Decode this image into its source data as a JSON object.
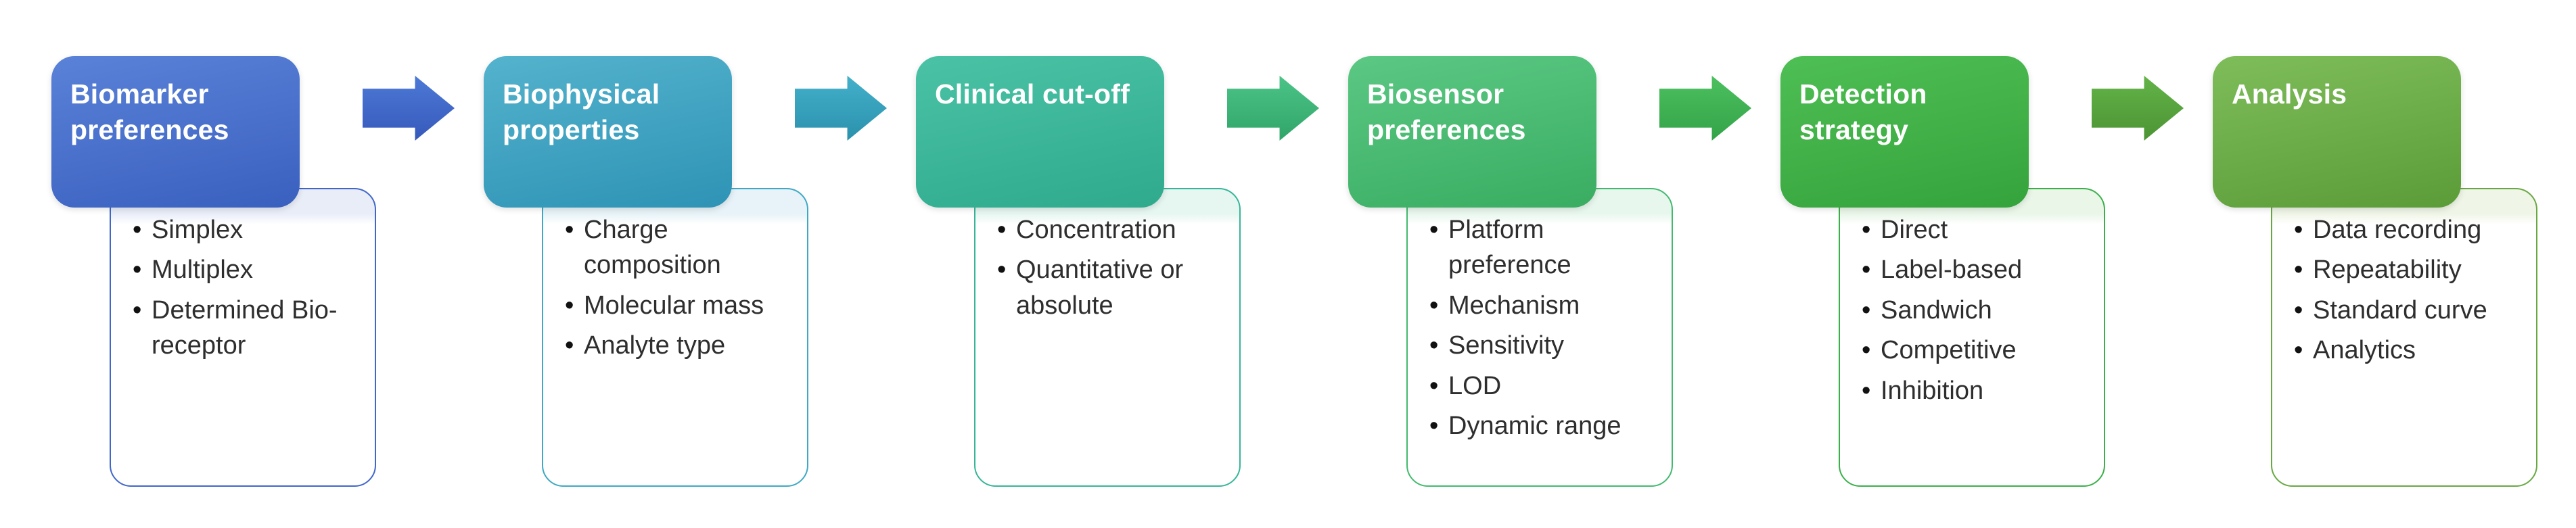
{
  "diagram": {
    "kind": "process-flow",
    "bullet_glyph": "•",
    "arrow_glyph": "block-right-arrow",
    "steps": [
      {
        "title": "Biomarker preferences",
        "items": [
          "Simplex",
          "Multiplex",
          "Determined Bio-receptor"
        ],
        "colors": {
          "gradient_top": "#5a82d8",
          "gradient_bottom": "#3a60bf",
          "border": "#4066c9",
          "tint": "#e9edf8"
        }
      },
      {
        "title": "Biophysical properties",
        "items": [
          "Charge composition",
          "Molecular mass",
          "Analyte type"
        ],
        "colors": {
          "gradient_top": "#54b3cd",
          "gradient_bottom": "#2e93b5",
          "border": "#3fa8c4",
          "tint": "#e7f3f8"
        }
      },
      {
        "title": "Clinical cut-off",
        "items": [
          "Concentration",
          "Quantitative or absolute"
        ],
        "colors": {
          "gradient_top": "#4ac2a5",
          "gradient_bottom": "#2faa8d",
          "border": "#36b599",
          "tint": "#e6f6f1"
        }
      },
      {
        "title": "Biosensor preferences",
        "items": [
          "Platform preference",
          "Mechanism",
          "Sensitivity",
          "LOD",
          "Dynamic range"
        ],
        "colors": {
          "gradient_top": "#5bc883",
          "gradient_bottom": "#3aad62",
          "border": "#42ba6e",
          "tint": "#e8f7ee"
        }
      },
      {
        "title": "Detection strategy",
        "items": [
          "Direct",
          "Label-based",
          "Sandwich",
          "Competitive",
          "Inhibition"
        ],
        "colors": {
          "gradient_top": "#4ebf54",
          "gradient_bottom": "#35a33c",
          "border": "#3bb04a",
          "tint": "#e9f6e8"
        }
      },
      {
        "title": "Analysis",
        "items": [
          "Data recording",
          "Repeatability",
          "Standard curve",
          "Analytics"
        ],
        "colors": {
          "gradient_top": "#7ebd5a",
          "gradient_bottom": "#5b9c38",
          "border": "#68a843",
          "tint": "#eff5e7"
        }
      }
    ],
    "arrows": [
      {
        "top": "#4d79d6",
        "bottom": "#3659bb"
      },
      {
        "top": "#43b0ca",
        "bottom": "#2b91ad"
      },
      {
        "top": "#4cc487",
        "bottom": "#31a569"
      },
      {
        "top": "#4cc05f",
        "bottom": "#33a348"
      },
      {
        "top": "#63b348",
        "bottom": "#4c9434"
      }
    ]
  }
}
